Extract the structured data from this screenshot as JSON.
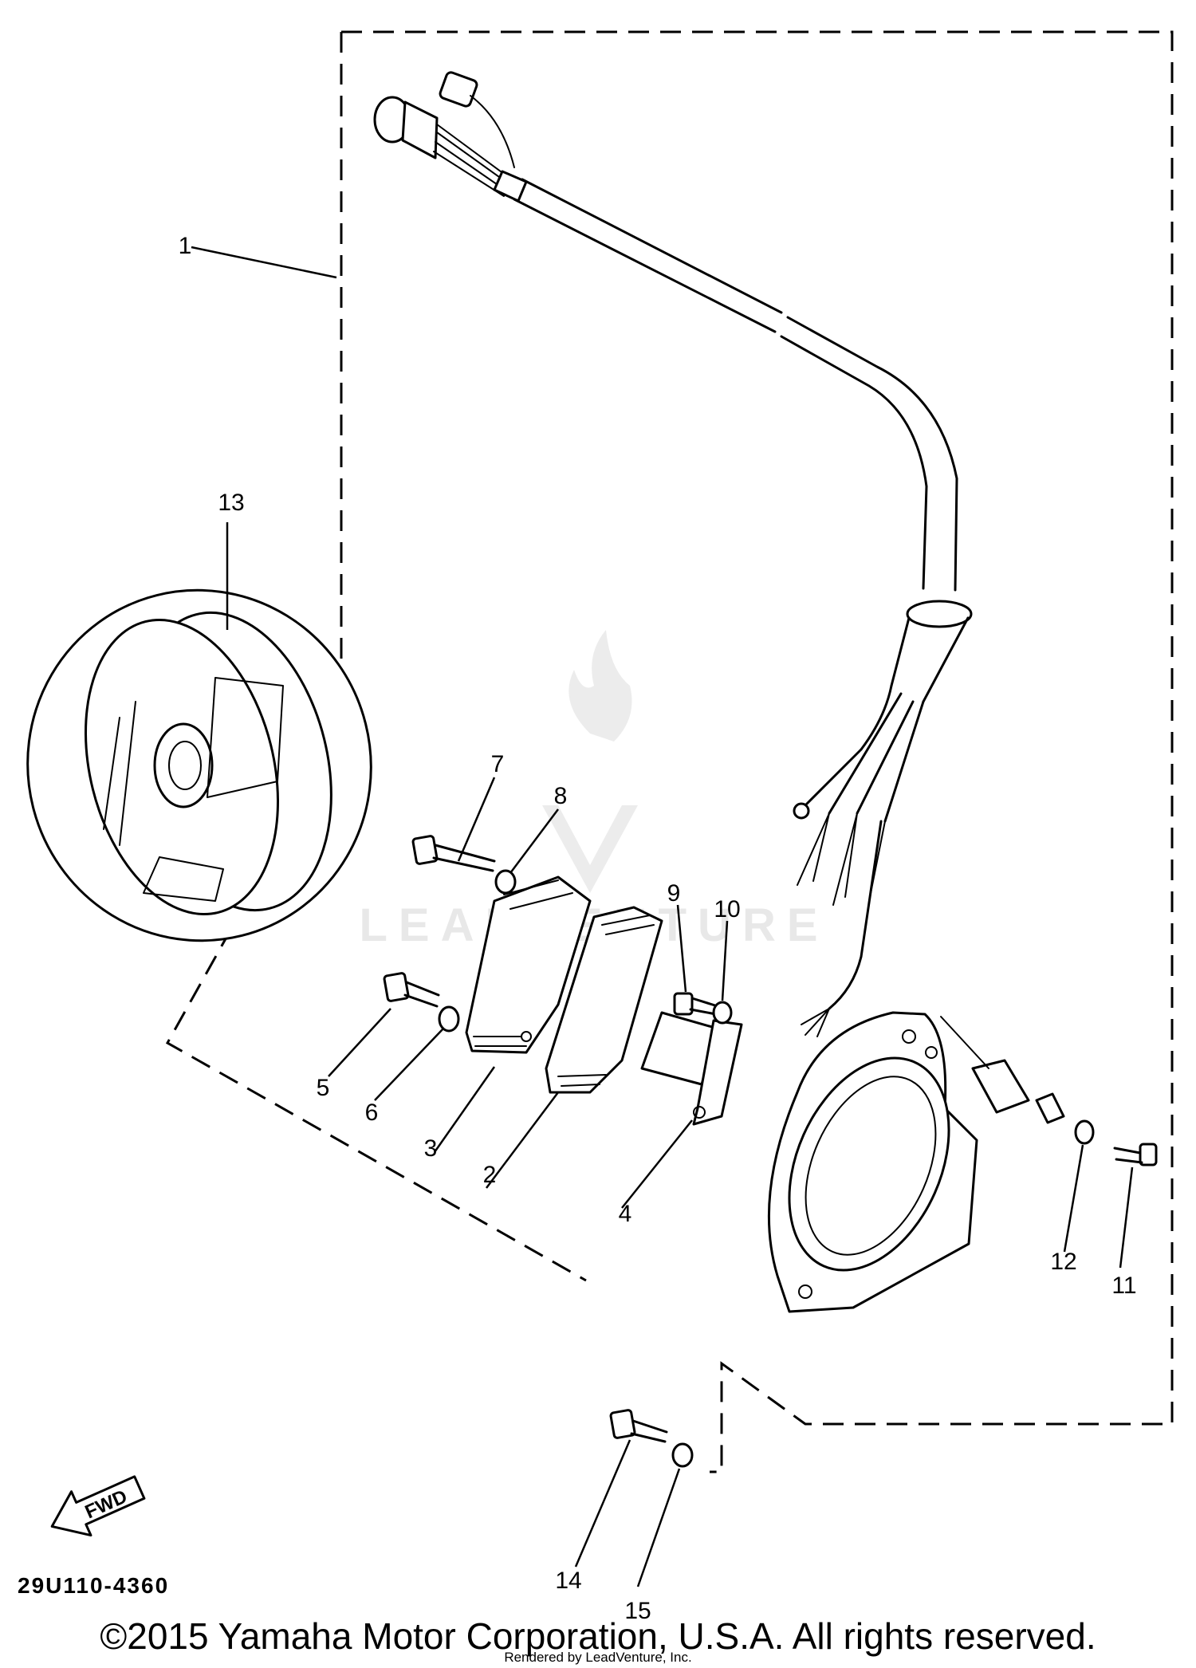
{
  "diagram": {
    "callouts": [
      "1",
      "2",
      "3",
      "4",
      "5",
      "6",
      "7",
      "8",
      "9",
      "10",
      "11",
      "12",
      "13",
      "14",
      "15"
    ],
    "direction_arrow": "FWD",
    "diagram_code": "29U110-4360",
    "watermark": "LEADVENTURE",
    "copyright": "©2015 Yamaha Motor Corporation, U.S.A. All rights reserved.",
    "rendered_by": "Rendered by LeadVenture, Inc."
  }
}
